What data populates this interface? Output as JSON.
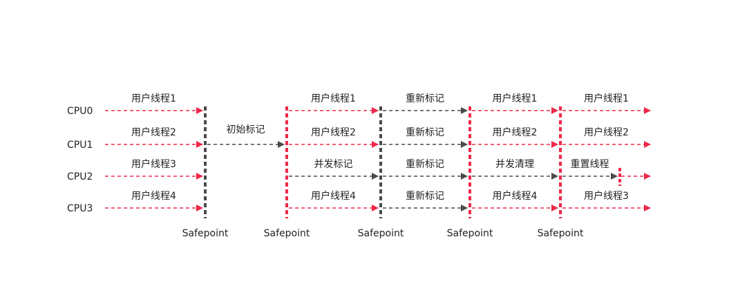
{
  "colors": {
    "user": "#f0284a",
    "gc": "#4a4a4a",
    "text": "#222222",
    "bg": "#ffffff"
  },
  "cpus": [
    "CPU0",
    "CPU1",
    "CPU2",
    "CPU3"
  ],
  "safepoint_label": "Safepoint",
  "safepoints": [
    {
      "color": "gc"
    },
    {
      "color": "user"
    },
    {
      "color": "gc"
    },
    {
      "color": "user"
    },
    {
      "color": "user"
    }
  ],
  "segments": [
    {
      "row": 0,
      "from": "start",
      "to": 0,
      "color": "user",
      "label": "用户线程1"
    },
    {
      "row": 1,
      "from": "start",
      "to": 0,
      "color": "user",
      "label": "用户线程2"
    },
    {
      "row": 2,
      "from": "start",
      "to": 0,
      "color": "user",
      "label": "用户线程3"
    },
    {
      "row": 3,
      "from": "start",
      "to": 0,
      "color": "user",
      "label": "用户线程4"
    },
    {
      "row": 1,
      "from": 0,
      "to": 1,
      "color": "gc",
      "label": "初始标记"
    },
    {
      "row": 0,
      "from": 1,
      "to": 2,
      "color": "user",
      "label": "用户线程1"
    },
    {
      "row": 1,
      "from": 1,
      "to": 2,
      "color": "user",
      "label": "用户线程2"
    },
    {
      "row": 2,
      "from": 1,
      "to": 2,
      "color": "gc",
      "label": "并发标记"
    },
    {
      "row": 3,
      "from": 1,
      "to": 2,
      "color": "user",
      "label": "用户线程4"
    },
    {
      "row": 0,
      "from": 2,
      "to": 3,
      "color": "gc",
      "label": "重新标记"
    },
    {
      "row": 1,
      "from": 2,
      "to": 3,
      "color": "gc",
      "label": "重新标记"
    },
    {
      "row": 2,
      "from": 2,
      "to": 3,
      "color": "gc",
      "label": "重新标记"
    },
    {
      "row": 3,
      "from": 2,
      "to": 3,
      "color": "gc",
      "label": "重新标记"
    },
    {
      "row": 0,
      "from": 3,
      "to": 4,
      "color": "user",
      "label": "用户线程1"
    },
    {
      "row": 1,
      "from": 3,
      "to": 4,
      "color": "user",
      "label": "用户线程2"
    },
    {
      "row": 2,
      "from": 3,
      "to": 4,
      "color": "gc",
      "label": "并发清理"
    },
    {
      "row": 3,
      "from": 3,
      "to": 4,
      "color": "user",
      "label": "用户线程4"
    },
    {
      "row": 0,
      "from": 4,
      "to": "end",
      "color": "user",
      "label": "用户线程1"
    },
    {
      "row": 1,
      "from": 4,
      "to": "end",
      "color": "user",
      "label": "用户线程2"
    },
    {
      "row": 2,
      "from": 4,
      "to": "reset",
      "color": "gc",
      "label": "重置线程"
    },
    {
      "row": 2,
      "from": "reset",
      "to": "end",
      "color": "user",
      "label": ""
    },
    {
      "row": 3,
      "from": 4,
      "to": "end",
      "color": "user",
      "label": "用户线程3"
    }
  ]
}
